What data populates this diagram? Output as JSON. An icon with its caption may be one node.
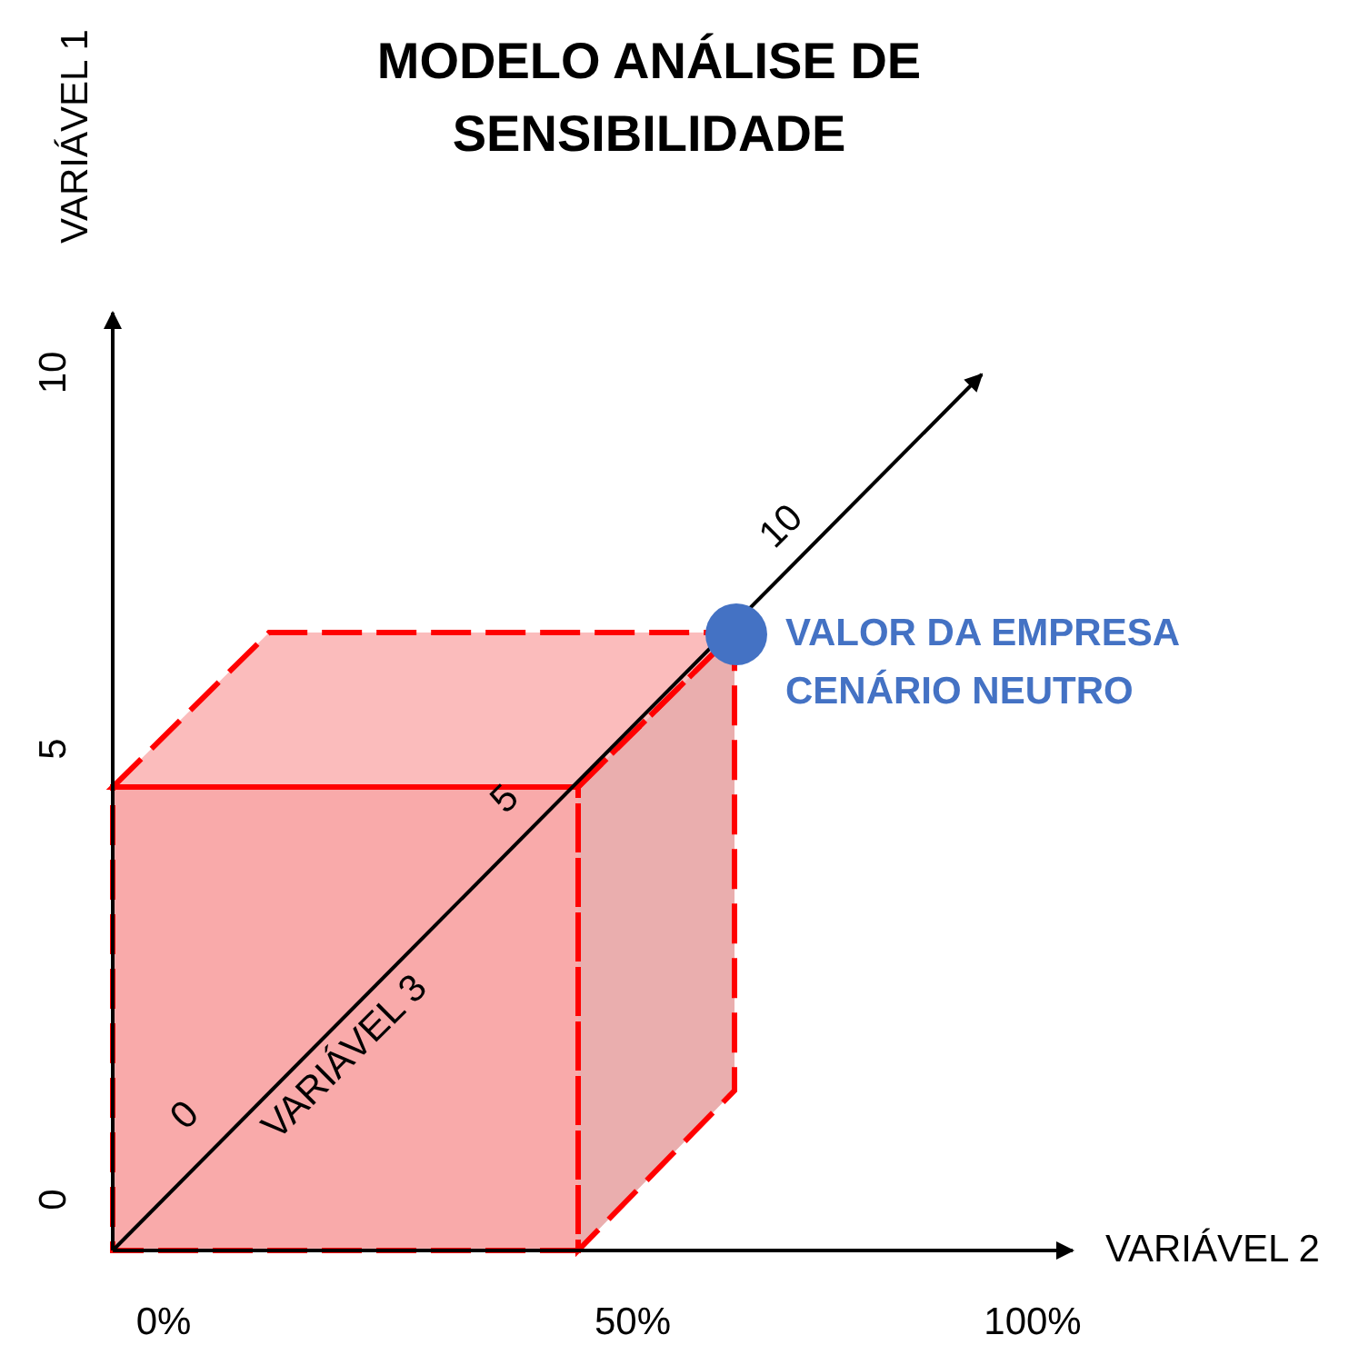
{
  "diagram": {
    "title": "MODELO ANÁLISE DE SENSIBILIDADE",
    "nodes": [
      {
        "text": [],
        "shape": "circle",
        "beside": [
          "VALOR DA EMPRESA CENÁRIO NEUTRO"
        ]
      }
    ],
    "labels": [
      "VARIÁVEL 1",
      "10",
      "10",
      "5",
      "5",
      "0",
      "0",
      "VARIÁVEL 3",
      "VARIÁVEL 2",
      "0%",
      "50%",
      "100%"
    ]
  }
}
